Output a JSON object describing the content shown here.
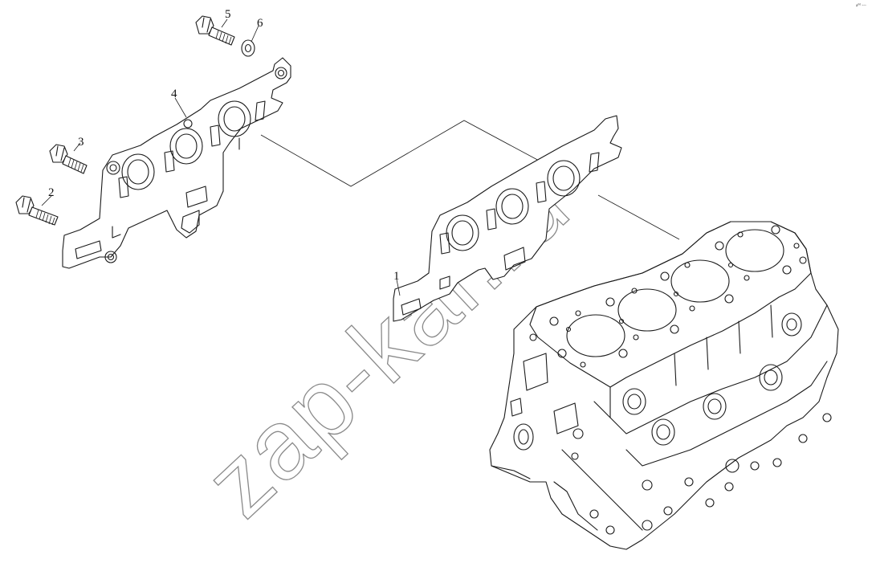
{
  "callouts": [
    {
      "id": "1",
      "label": "1"
    },
    {
      "id": "2",
      "label": "2"
    },
    {
      "id": "3",
      "label": "3"
    },
    {
      "id": "4",
      "label": "4"
    },
    {
      "id": "5",
      "label": "5"
    },
    {
      "id": "6",
      "label": "6"
    }
  ],
  "watermark": "zap-kar.ru",
  "corner_mark": "a⁰⁰ ◦◦◦",
  "colors": {
    "line": "#1a1a1a",
    "watermark": "#8a8a8a",
    "background": "#ffffff"
  },
  "parts": [
    {
      "name": "cylinder-block"
    },
    {
      "name": "engine-plate-installed"
    },
    {
      "name": "engine-plate-exploded"
    },
    {
      "name": "bolt-2"
    },
    {
      "name": "bolt-3"
    },
    {
      "name": "bolt-5"
    },
    {
      "name": "washer-6"
    }
  ]
}
